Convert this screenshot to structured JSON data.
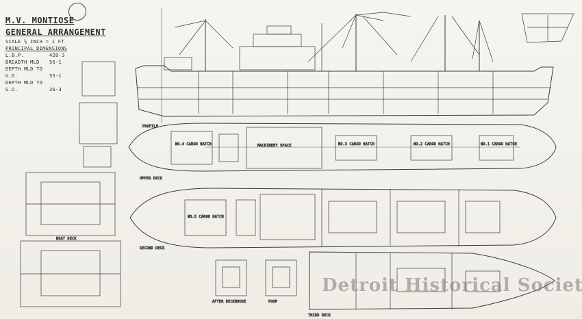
{
  "title": {
    "ship": "M.V. MONTIOSE",
    "drawing": "GENERAL ARRANGEMENT",
    "scale": "SCALE ⅛ INCH = 1 FT",
    "dimensions_heading": "PRINCIPAL DIMENSIONS"
  },
  "dimensions": [
    {
      "key": "L.B.P.",
      "value": "420-3"
    },
    {
      "key": "BREADTH MLD",
      "value": "56-1"
    },
    {
      "key": "DEPTH MLD TO U.D.",
      "value": "35-1"
    },
    {
      "key": "DEPTH MLD TO S.D.",
      "value": "36-3"
    }
  ],
  "view_labels": {
    "profile": "PROFILE",
    "upper_deck": "UPPER DECK",
    "second_deck": "SECOND DECK",
    "third_deck": "THIRD DECK",
    "after_deckhouse": "AFTER DECKHOUSE",
    "poop": "POOP",
    "boat_deck": "BOAT DECK"
  },
  "hold_labels": {
    "engine_room": "MACHINERY SPACE",
    "hold_1": "NO.1 CARGO HATCH",
    "hold_2": "NO.2 CARGO HATCH",
    "hold_3": "NO.3 CARGO HATCH",
    "hold_4": "NO.4 CARGO HATCH",
    "hold_5": "NO.5 CARGO HATCH"
  },
  "watermark": "Detroit Historical Society"
}
